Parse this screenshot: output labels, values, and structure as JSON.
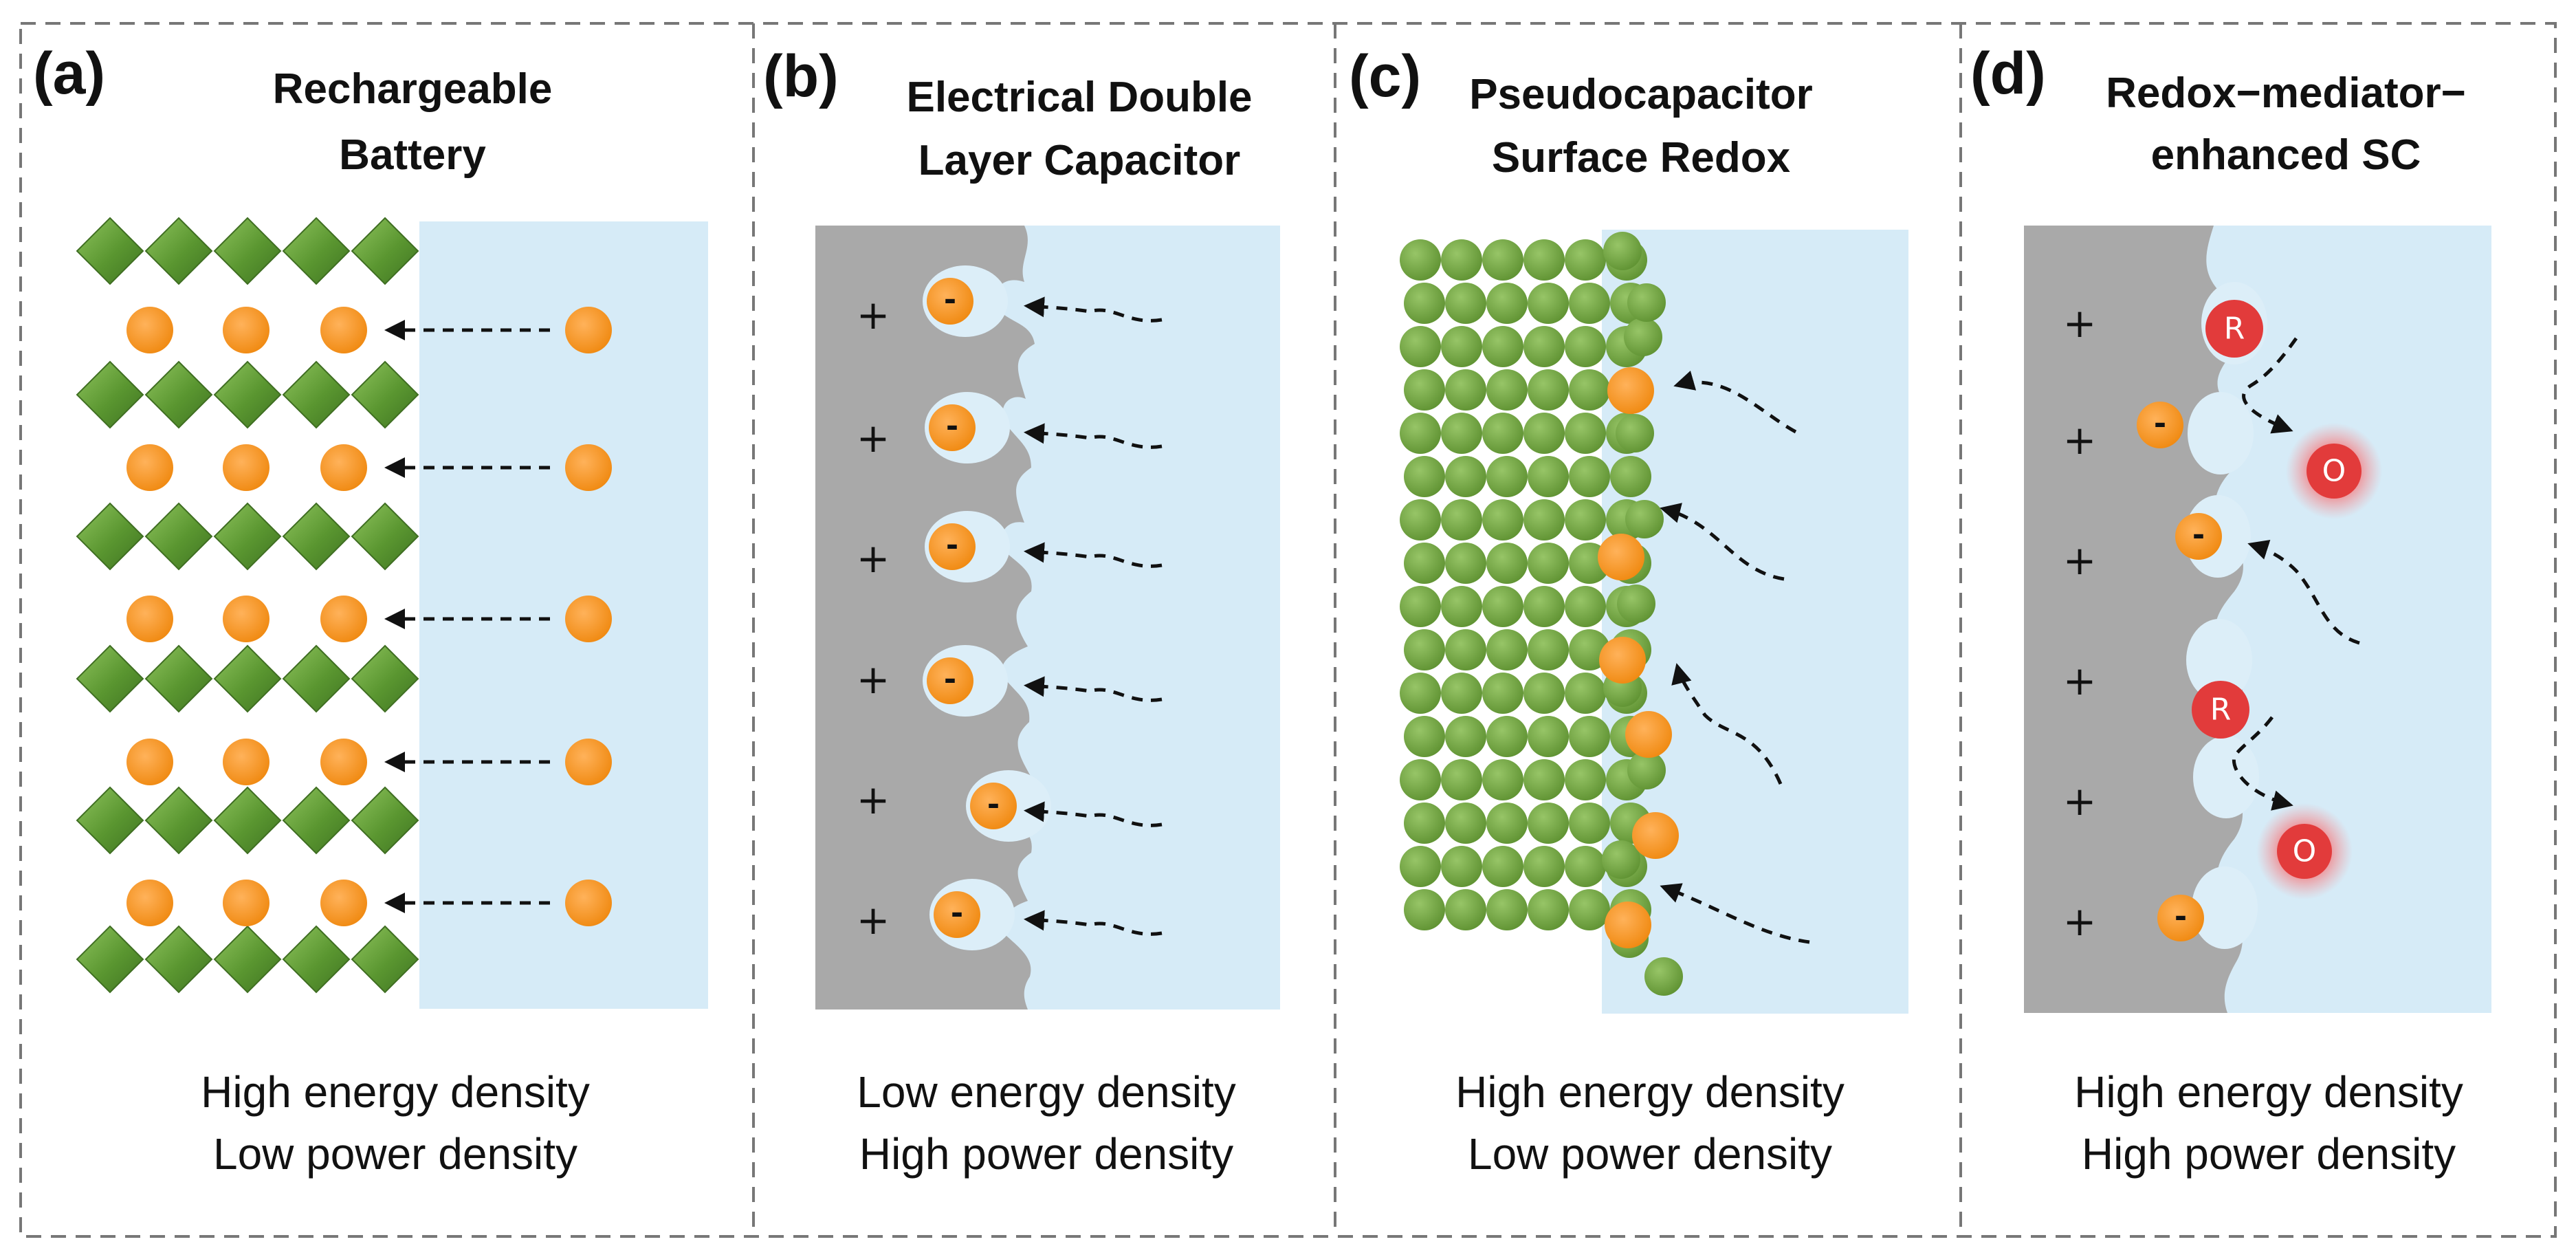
{
  "panels": [
    {
      "letter": "(a)",
      "title_lines": [
        "Rechargeable",
        "Battery"
      ],
      "caption_lines": [
        "High energy density",
        "Low power density"
      ]
    },
    {
      "letter": "(b)",
      "title_lines": [
        "Electrical Double",
        "Layer Capacitor"
      ],
      "caption_lines": [
        "Low energy density",
        "High power density"
      ]
    },
    {
      "letter": "(c)",
      "title_lines": [
        "Pseudocapacitor",
        "Surface Redox"
      ],
      "caption_lines": [
        "High energy density",
        "Low power density"
      ]
    },
    {
      "letter": "(d)",
      "title_lines": [
        "Redox−mediator−",
        "enhanced SC"
      ],
      "caption_lines": [
        "High energy density",
        "High power density"
      ]
    }
  ],
  "symbols": {
    "anion_sign": "-",
    "electrode_charge": "+",
    "reduced_label": "R",
    "oxidized_label": "O"
  },
  "colors": {
    "electrolyte": "#d6ebf7",
    "electrode_gray": "#a9a9a9",
    "ion_orange": "#f5911f",
    "crystal_green": "#5d9a34",
    "particle_green": "#74a843",
    "redox_red": "#e23b3b",
    "frame_dash": "#777777"
  }
}
